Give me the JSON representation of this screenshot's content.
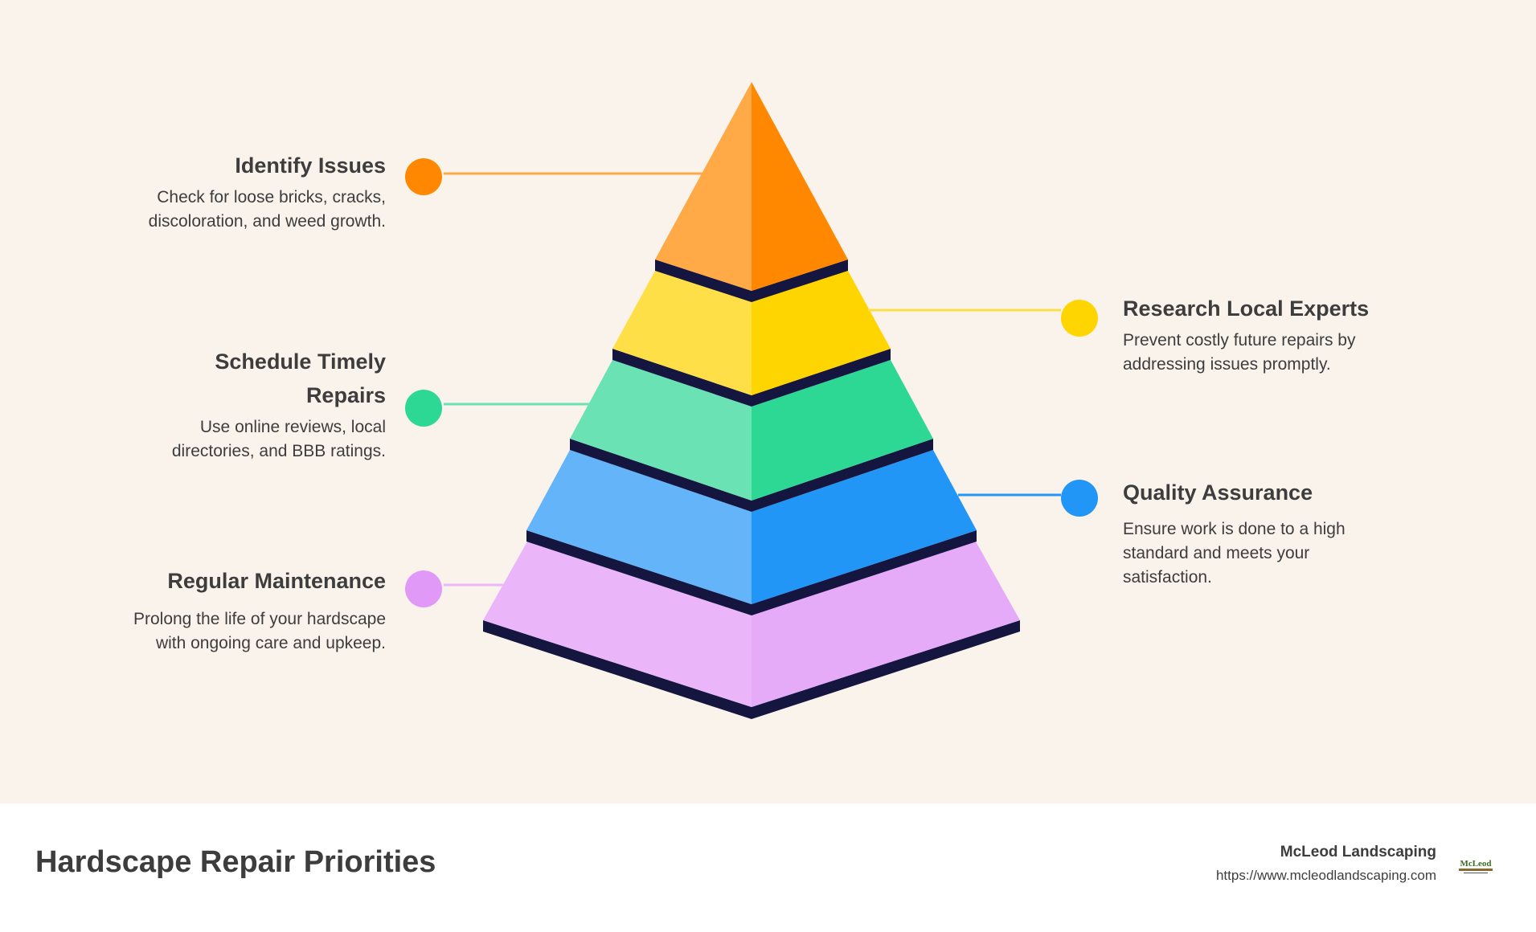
{
  "footer": {
    "title": "Hardscape Repair Priorities",
    "brand_name": "McLeod Landscaping",
    "brand_url": "https://www.mcleodlandscaping.com",
    "logo_text": "McLeod"
  },
  "pyramid": {
    "levels": [
      {
        "id": "top",
        "light": "#ffa947",
        "dark": "#ff8800"
      },
      {
        "id": "second",
        "light": "#ffdf47",
        "dark": "#ffd500"
      },
      {
        "id": "third",
        "light": "#6ae2b4",
        "dark": "#2dd894"
      },
      {
        "id": "fourth",
        "light": "#63b4f8",
        "dark": "#2196f6"
      },
      {
        "id": "base",
        "light": "#ebb6f9",
        "dark": "#e6abf8"
      }
    ],
    "edge_color": "#14163f"
  },
  "labels": {
    "identify": {
      "title": "Identify Issues",
      "desc": "Check for loose bricks, cracks, discoloration, and weed growth.",
      "color": "#ff8800"
    },
    "schedule": {
      "title": "Schedule Timely Repairs",
      "desc": "Use online reviews, local directories, and BBB ratings.",
      "color": "#2dd894"
    },
    "maintenance": {
      "title": "Regular Maintenance",
      "desc": "Prolong the life of your hardscape with ongoing care and upkeep.",
      "color": "#e199f7"
    },
    "research": {
      "title": "Research Local Experts",
      "desc": "Prevent costly future repairs by addressing issues promptly.",
      "color": "#ffd500"
    },
    "quality": {
      "title": "Quality Assurance",
      "desc": "Ensure work is done to a high standard and meets your satisfaction.",
      "color": "#2196f6"
    }
  }
}
